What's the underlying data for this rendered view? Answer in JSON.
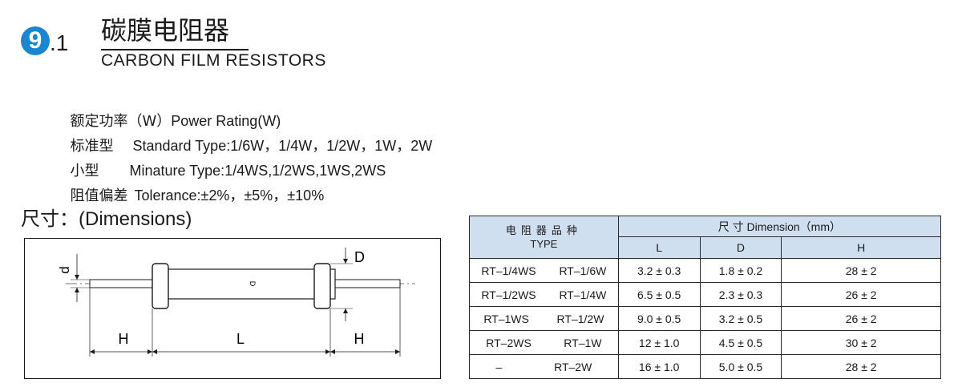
{
  "header": {
    "section_badge": "9",
    "section_suffix": ".1",
    "title_cn": "碳膜电阻器",
    "title_en": "CARBON FILM RESISTORS"
  },
  "specs": [
    {
      "label": "额定功率（W）",
      "text": "Power Rating(W)"
    },
    {
      "label": "标准型",
      "text": "Standard Type:1/6W，1/4W，1/2W，1W，2W"
    },
    {
      "label": "小型",
      "text": "Minature Type:1/4WS,1/2WS,1WS,2WS"
    },
    {
      "label": "阻值偏差",
      "text": "Tolerance:±2%，±5%，±10%"
    }
  ],
  "dimensions_title": {
    "cn": "尺寸：",
    "en": "(Dimensions)"
  },
  "diagram": {
    "label_d": "d",
    "label_D": "D",
    "label_H_left": "H",
    "label_L": "L",
    "label_H_right": "H",
    "body_mark": "D"
  },
  "table": {
    "type_header_cn": "电阻器品种",
    "type_header_en": "TYPE",
    "dim_header": "尺 寸 Dimension（mm）",
    "col_L": "L",
    "col_D": "D",
    "col_H": "H",
    "rows": [
      {
        "type_a": "RT–1/4WS",
        "type_b": "RT–1/6W",
        "L": "3.2 ± 0.3",
        "D": "1.8 ± 0.2",
        "H": "28 ± 2"
      },
      {
        "type_a": "RT–1/2WS",
        "type_b": "RT–1/4W",
        "L": "6.5 ± 0.5",
        "D": "2.3 ± 0.3",
        "H": "26 ± 2"
      },
      {
        "type_a": "RT–1WS",
        "type_b": "RT–1/2W",
        "L": "9.0 ± 0.5",
        "D": "3.2 ± 0.5",
        "H": "26 ± 2"
      },
      {
        "type_a": "RT–2WS",
        "type_b": "RT–1W",
        "L": "12 ± 1.0",
        "D": "4.5 ± 0.5",
        "H": "30 ± 2"
      },
      {
        "type_a": "–",
        "type_b": "RT–2W",
        "L": "16 ± 1.0",
        "D": "5.0 ± 0.5",
        "H": "28 ± 2"
      }
    ]
  },
  "colors": {
    "badge": "#1a86d0",
    "table_header_bg": "#cfdff0"
  }
}
